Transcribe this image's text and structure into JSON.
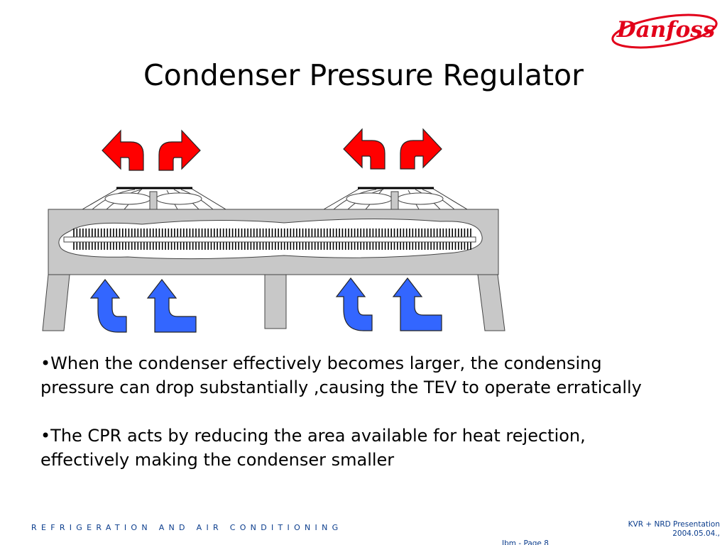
{
  "slide": {
    "title": "Condenser Pressure Regulator",
    "logo_text": "Danfoss",
    "bullets": [
      "•When the condenser effectively becomes larger, the condensing pressure can drop substantially ,causing the TEV to operate erratically",
      "•The CPR acts by reducing the area available for heat rejection, effectively making the condenser smaller"
    ],
    "footer": {
      "tagline": "REFRIGERATION AND AIR CONDITIONING",
      "presentation": "KVR + NRD Presentation",
      "date": "2004.05.04.,",
      "page": "Jbm - Page 8"
    }
  },
  "colors": {
    "brand_red": "#e2001a",
    "hot_air": "#ff0000",
    "cool_air": "#3366ff",
    "body_gray": "#c8c8c8",
    "footer_blue": "#0a3c8c"
  },
  "icons": {
    "hot_air_arrow": "curved-arrow-up-out",
    "cool_air_arrow": "curved-arrow-up-in"
  }
}
